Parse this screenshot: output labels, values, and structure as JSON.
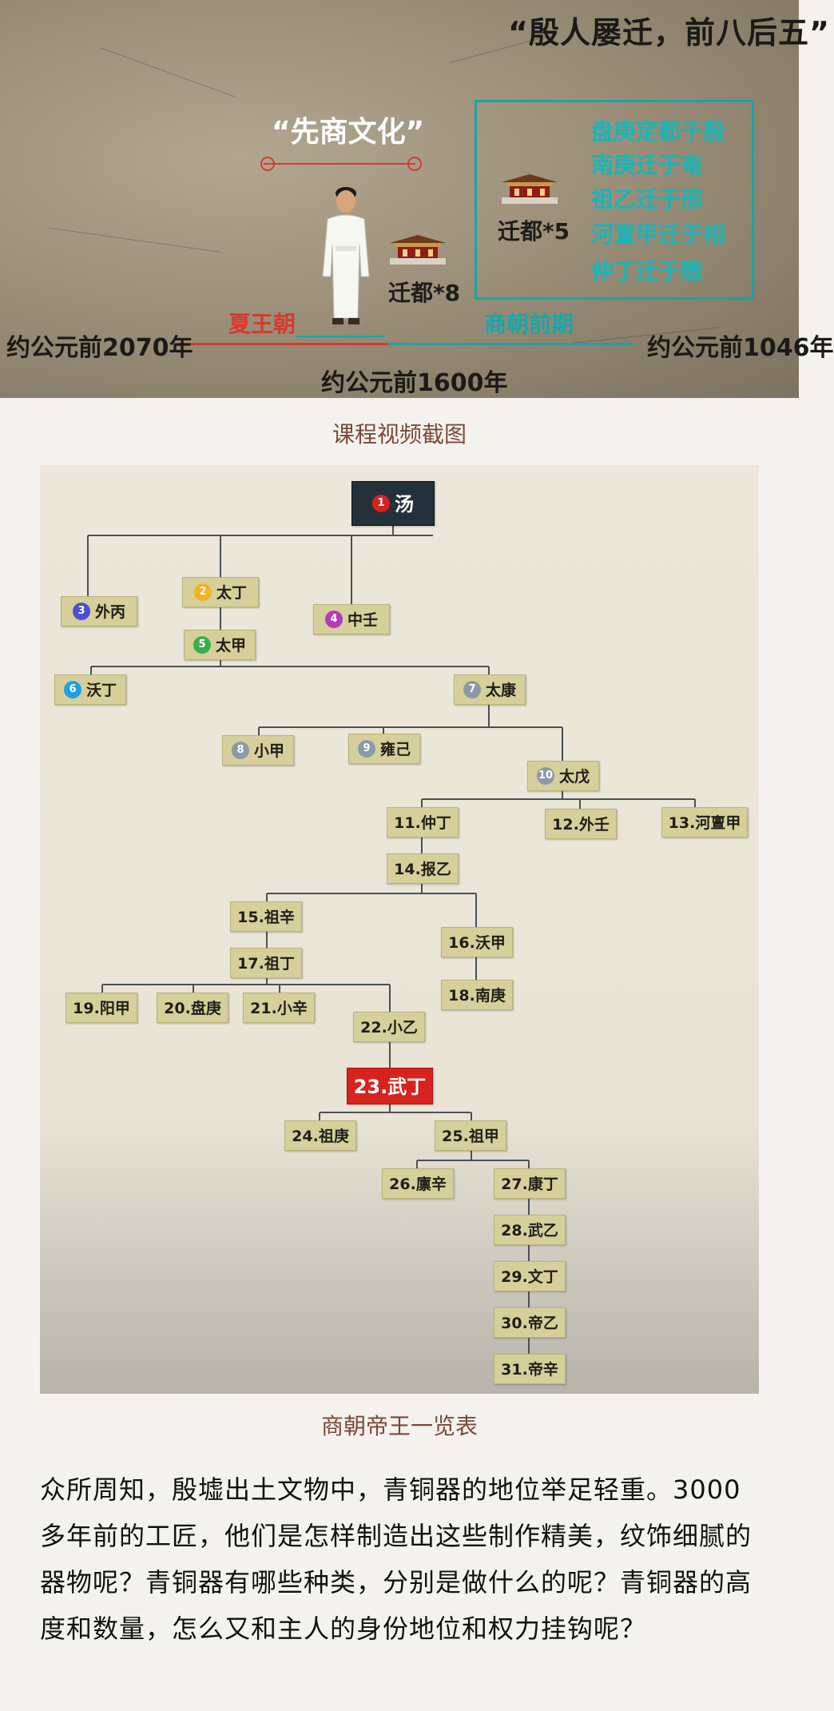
{
  "video": {
    "quote_title": "“殷人屡迁，前八后五”",
    "culture_label": "“先商文化”",
    "box_lines": [
      "盘庚定都于殷",
      "南庚迁于奄",
      "祖乙迁于邢",
      "河亶甲迁于相",
      "仲丁迁于隞"
    ],
    "moves_after": "迁都*5",
    "moves_before": "迁都*8",
    "xia_label": "夏王朝",
    "yin_label": "商朝前期",
    "date_start": "约公元前2070年",
    "date_end": "约公元前1046年",
    "date_mid": "约公元前1600年",
    "colors": {
      "red": "#d83a2c",
      "teal": "#17b6b8"
    }
  },
  "caption1": "课程视频截图",
  "tree": {
    "nodes": [
      {
        "id": "n1",
        "num": "1",
        "name": "汤",
        "numColor": "#d7221d"
      },
      {
        "id": "n2",
        "num": "2",
        "name": "太丁",
        "numColor": "#f0b323"
      },
      {
        "id": "n3",
        "num": "3",
        "name": "外丙",
        "numColor": "#4a4fd1"
      },
      {
        "id": "n4",
        "num": "4",
        "name": "中壬",
        "numColor": "#b33ab8"
      },
      {
        "id": "n5",
        "num": "5",
        "name": "太甲",
        "numColor": "#36b04a"
      },
      {
        "id": "n6",
        "num": "6",
        "name": "沃丁",
        "numColor": "#1ea0e6"
      },
      {
        "id": "n7",
        "num": "7",
        "name": "太康",
        "numColor": "#8a9aa6"
      },
      {
        "id": "n8",
        "num": "8",
        "name": "小甲",
        "numColor": "#8a9aa6"
      },
      {
        "id": "n9",
        "num": "9",
        "name": "雍己",
        "numColor": "#8a9aa6"
      },
      {
        "id": "n10",
        "num": "10",
        "name": "太戊",
        "numColor": "#8a9aa6"
      },
      {
        "id": "n11",
        "label": "11.仲丁"
      },
      {
        "id": "n12",
        "label": "12.外壬"
      },
      {
        "id": "n13",
        "label": "13.河亶甲"
      },
      {
        "id": "n14",
        "label": "14.报乙"
      },
      {
        "id": "n15",
        "label": "15.祖辛"
      },
      {
        "id": "n16",
        "label": "16.沃甲"
      },
      {
        "id": "n17",
        "label": "17.祖丁"
      },
      {
        "id": "n18",
        "label": "18.南庚"
      },
      {
        "id": "n19",
        "label": "19.阳甲"
      },
      {
        "id": "n20",
        "label": "20.盘庚"
      },
      {
        "id": "n21",
        "label": "21.小辛"
      },
      {
        "id": "n22",
        "label": "22.小乙"
      },
      {
        "id": "n23",
        "label": "23.武丁"
      },
      {
        "id": "n24",
        "label": "24.祖庚"
      },
      {
        "id": "n25",
        "label": "25.祖甲"
      },
      {
        "id": "n26",
        "label": "26.廪辛"
      },
      {
        "id": "n27",
        "label": "27.康丁"
      },
      {
        "id": "n28",
        "label": "28.武乙"
      },
      {
        "id": "n29",
        "label": "29.文丁"
      },
      {
        "id": "n30",
        "label": "30.帝乙"
      },
      {
        "id": "n31",
        "label": "31.帝辛"
      }
    ]
  },
  "caption2": "商朝帝王一览表",
  "paragraph": "众所周知，殷墟出土文物中，青铜器的地位举足轻重。3000多年前的工匠，他们是怎样制造出这些制作精美，纹饰细腻的器物呢？青铜器有哪些种类，分别是做什么的呢？青铜器的高度和数量，怎么又和主人的身份地位和权力挂钩呢？"
}
